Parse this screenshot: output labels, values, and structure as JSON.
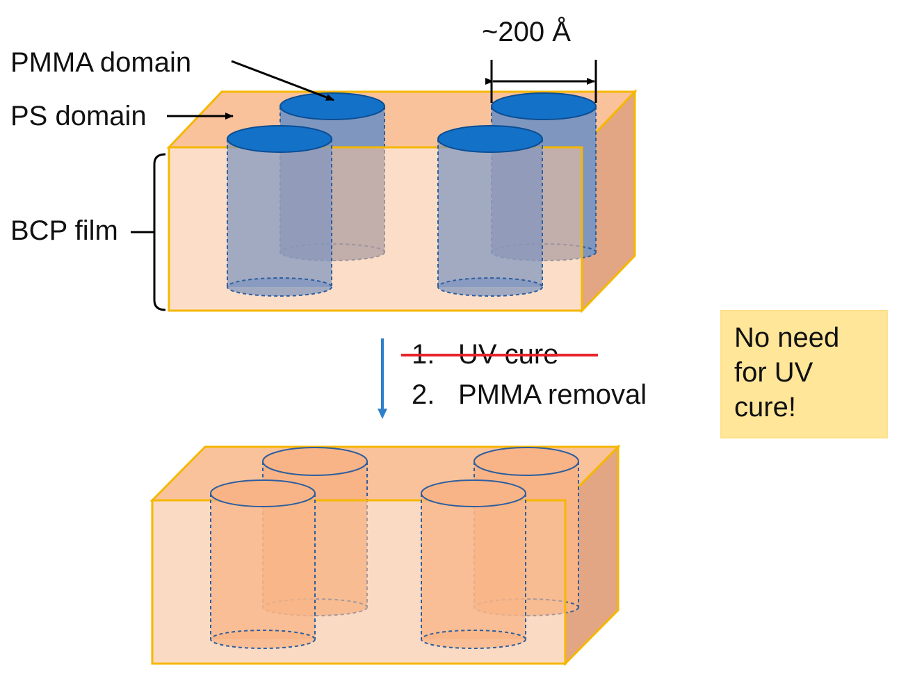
{
  "labels": {
    "pmma_domain": "PMMA domain",
    "ps_domain": "PS domain",
    "bcp_film": "BCP film",
    "dimension": "~200 Å"
  },
  "process": {
    "step1_number": "1.",
    "step1_text": "UV cure",
    "step2_number": "2.",
    "step2_text": "PMMA removal"
  },
  "note": {
    "line1": "No need",
    "line2": "for UV",
    "line3": "cure!"
  },
  "colors": {
    "film_fill": "#F9C29B",
    "film_side": "#E2A684",
    "film_edge": "#F5B700",
    "pmma_top": "#1471C8",
    "pmma_body": "#7F96BF",
    "pore_fill": "#F8B486",
    "pore_edge": "#2E5E9E",
    "arrow": "#2F80C8",
    "strike": "#E8232A",
    "note_bg": "#FFE699"
  }
}
